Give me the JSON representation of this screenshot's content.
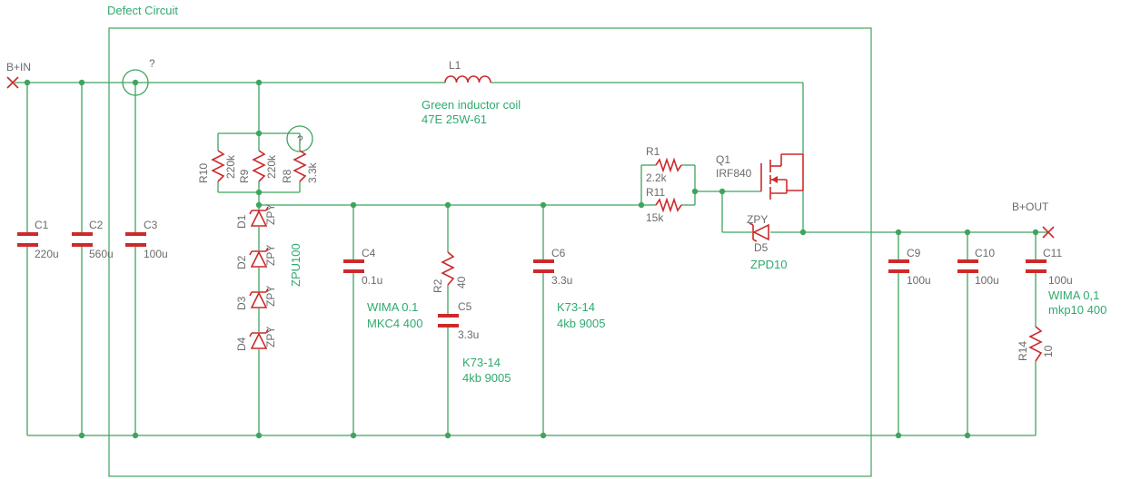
{
  "frame": {
    "title": "Defect Circuit"
  },
  "ports": {
    "in": "B+IN",
    "out": "B+OUT"
  },
  "markers": {
    "q1": "?",
    "q2": "?"
  },
  "components": {
    "C1": {
      "name": "C1",
      "value": "220u"
    },
    "C2": {
      "name": "C2",
      "value": "560u"
    },
    "C3": {
      "name": "C3",
      "value": "100u"
    },
    "R10": {
      "name": "R10",
      "value": "220k"
    },
    "R9": {
      "name": "R9",
      "value": "220k"
    },
    "R8": {
      "name": "R8",
      "value": "3.3k"
    },
    "D1": {
      "name": "D1",
      "value": "ZPY"
    },
    "D2": {
      "name": "D2",
      "value": "ZPY"
    },
    "D3": {
      "name": "D3",
      "value": "ZPY"
    },
    "D4": {
      "name": "D4",
      "value": "ZPY"
    },
    "zener_note": "ZPU100",
    "L1": {
      "name": "L1",
      "note1": "Green inductor coil",
      "note2": "47E 25W-61"
    },
    "C4": {
      "name": "C4",
      "value": "0.1u",
      "note1": "WIMA 0.1",
      "note2": "MKC4 400"
    },
    "R2": {
      "name": "R2",
      "value": "40"
    },
    "C5": {
      "name": "C5",
      "value": "3.3u",
      "note1": "K73-14",
      "note2": "4kb 9005"
    },
    "C6": {
      "name": "C6",
      "value": "3.3u",
      "note1": "K73-14",
      "note2": "4kb 9005"
    },
    "R1": {
      "name": "R1",
      "value": "2.2k"
    },
    "R11": {
      "name": "R11",
      "value": "15k"
    },
    "Q1": {
      "name": "Q1",
      "value": "IRF840"
    },
    "D5": {
      "name": "D5",
      "value": "ZPY",
      "note": "ZPD10"
    },
    "C9": {
      "name": "C9",
      "value": "100u"
    },
    "C10": {
      "name": "C10",
      "value": "100u"
    },
    "C11": {
      "name": "C11",
      "value": "100u",
      "note1": "WIMA 0,1",
      "note2": "mkp10 400"
    },
    "R14": {
      "name": "R14",
      "value": "10"
    }
  }
}
